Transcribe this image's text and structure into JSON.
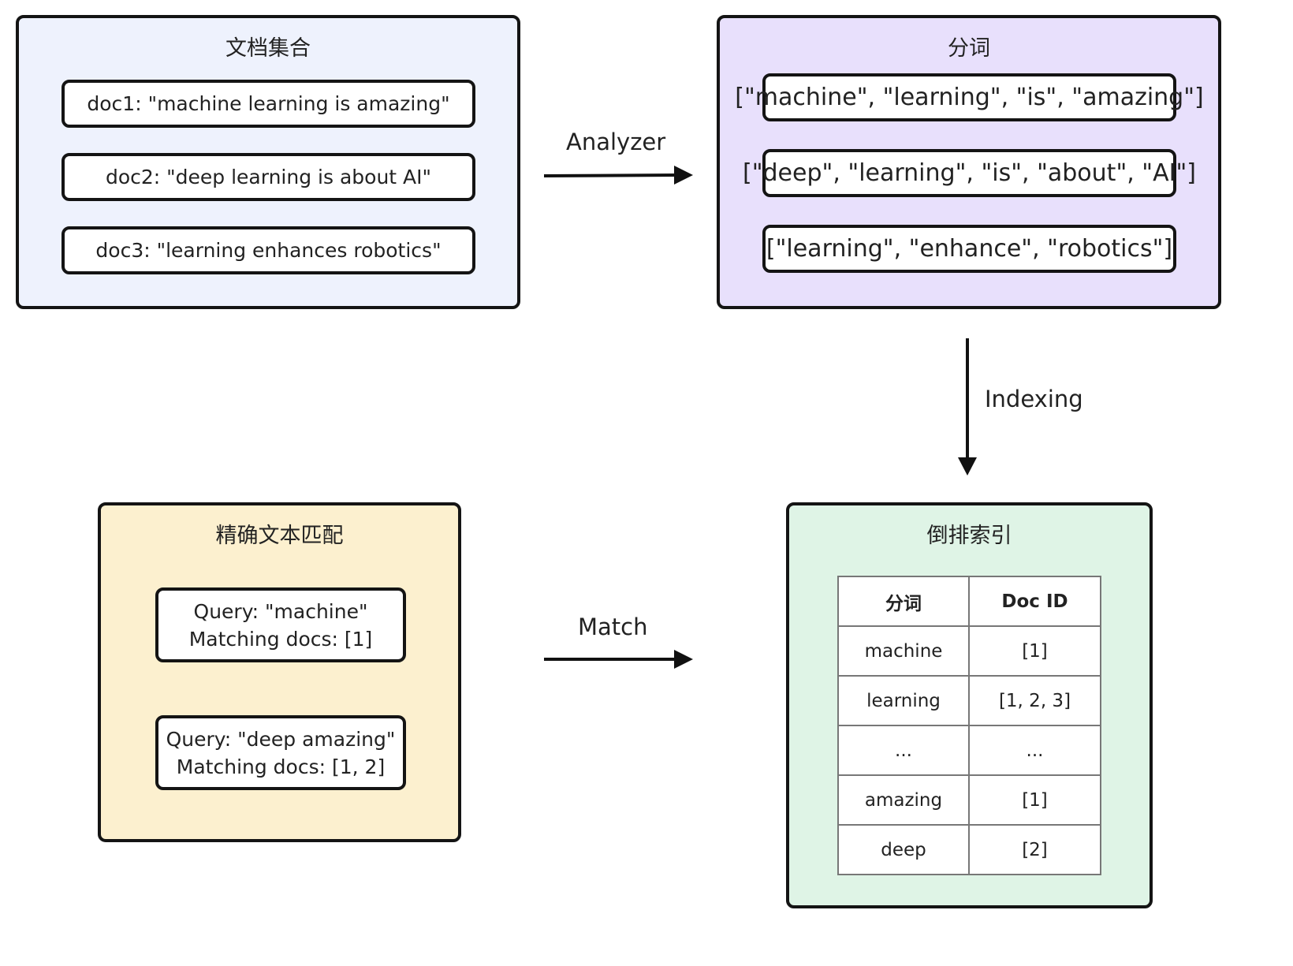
{
  "colors": {
    "documents_panel_bg": "#eef2fd",
    "tokens_panel_bg": "#e8e0fc",
    "match_panel_bg": "#fcf0cf",
    "index_panel_bg": "#dff4e6",
    "border": "#141414"
  },
  "documents": {
    "title": "文档集合",
    "items": [
      "doc1: \"machine learning is amazing\"",
      "doc2: \"deep learning is about AI\"",
      "doc3: \"learning enhances robotics\""
    ]
  },
  "tokens": {
    "title": "分词",
    "items": [
      "[\"machine\", \"learning\", \"is\", \"amazing\"]",
      "[\"deep\", \"learning\", \"is\", \"about\", \"AI\"]",
      "[\"learning\", \"enhance\", \"robotics\"]"
    ]
  },
  "arrows": {
    "analyzer": "Analyzer",
    "indexing": "Indexing",
    "match": "Match"
  },
  "match_panel": {
    "title": "精确文本匹配",
    "queries": [
      {
        "query": "Query: \"machine\"",
        "result": "Matching docs: [1]"
      },
      {
        "query": "Query: \"deep amazing\"",
        "result": "Matching docs: [1, 2]"
      }
    ]
  },
  "index_panel": {
    "title": "倒排索引",
    "columns": [
      "分词",
      "Doc ID"
    ],
    "rows": [
      [
        "machine",
        "[1]"
      ],
      [
        "learning",
        "[1, 2, 3]"
      ],
      [
        "...",
        "..."
      ],
      [
        "amazing",
        "[1]"
      ],
      [
        "deep",
        "[2]"
      ]
    ]
  }
}
